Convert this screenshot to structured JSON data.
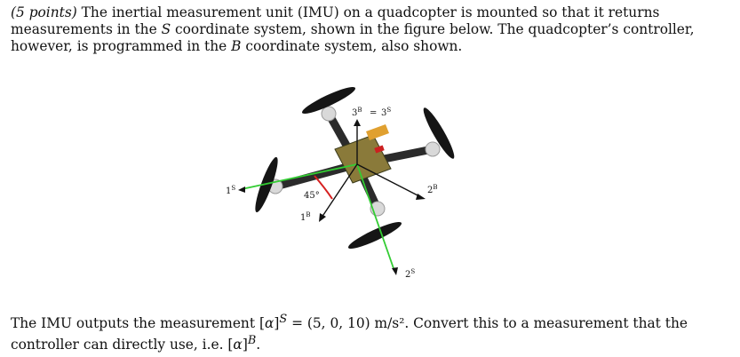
{
  "problem": {
    "points": "(5 points)",
    "intro_1": "The inertial measurement unit (IMU) on a quadcopter is mounted so that it returns measurements in the",
    "var_S": "S",
    "intro_2": "coordinate system, shown in the figure below. The quadcopter’s controller, however, is programmed in the",
    "var_B": "B",
    "intro_3": "coordinate system, also shown."
  },
  "figure": {
    "label_3B": "3",
    "sup_B": "B",
    "label_eq": "=",
    "label_3S": "3",
    "sup_S": "S",
    "label_1S": "1",
    "label_1B": "1",
    "label_2B": "2",
    "label_2S": "2",
    "angle": "45°"
  },
  "question": {
    "line_a": "The IMU outputs the measurement",
    "alpha": "α",
    "eq_value": "= (5, 0, 10) m/s². Convert this to a measurement that the controller",
    "line_b": "can directly use, i.e.",
    "period": "."
  },
  "colors": {
    "s_axes": "#33cc33",
    "b_axes": "#111111",
    "angle_arc": "#d62020",
    "frame": "#2b2b2b",
    "board": "#8a7a3a"
  }
}
